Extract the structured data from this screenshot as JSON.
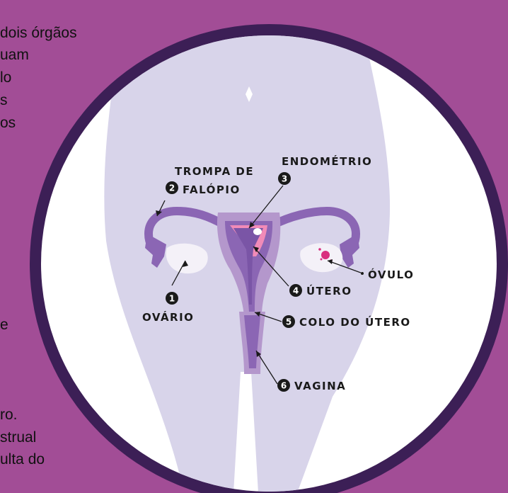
{
  "background_text": [
    "dois órgãos",
    "uam",
    "lo",
    "s",
    "os",
    "e",
    "ro.",
    "strual",
    "ulta do"
  ],
  "labels": {
    "ovary": {
      "number": "1",
      "text": "OVÁRIO"
    },
    "fallopian_tube": {
      "number": "2",
      "line1": "TROMPA DE",
      "line2": "FALÓPIO"
    },
    "endometrium": {
      "number": "3",
      "text": "ENDOMÉTRIO"
    },
    "uterus": {
      "number": "4",
      "text": "ÚTERO"
    },
    "cervix": {
      "number": "5",
      "text": "COLO DO ÚTERO"
    },
    "vagina": {
      "number": "6",
      "text": "VAGINA"
    },
    "ovum": {
      "text": "ÓVULO"
    }
  },
  "colors": {
    "page_background": "#a24d96",
    "circle_border": "#3c1f56",
    "circle_fill": "#ffffff",
    "body_silhouette": "#d8d4ea",
    "organ_dark": "#8b66b4",
    "organ_light": "#b497cc",
    "endometrium": "#f18bb8",
    "ovary": "#f4f1f8",
    "ovum": "#d92f7f",
    "label_text": "#1a1a1a"
  }
}
